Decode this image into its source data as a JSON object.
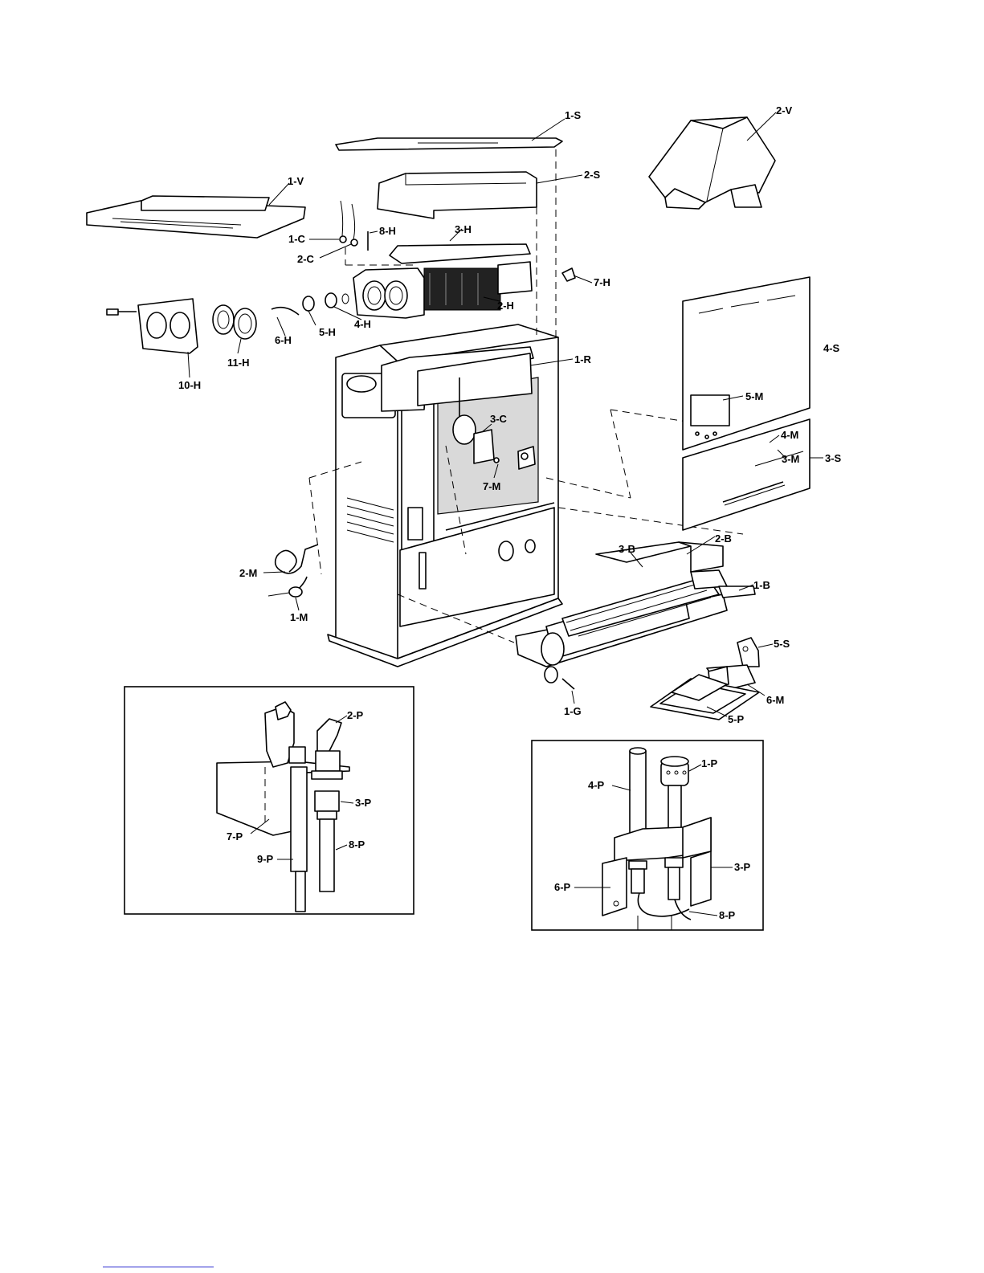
{
  "labels": {
    "s1": "1-S",
    "s2": "2-S",
    "v1": "1-V",
    "v2": "2-V",
    "c1": "1-C",
    "c2": "2-C",
    "h8": "8-H",
    "h3": "3-H",
    "h7": "7-H",
    "h2": "2-H",
    "h4": "4-H",
    "h5": "5-H",
    "h6": "6-H",
    "h11": "11-H",
    "h10": "10-H",
    "r1": "1-R",
    "s4": "4-S",
    "m5": "5-M",
    "c3": "3-C",
    "m4": "4-M",
    "m3": "3-M",
    "s3": "3-S",
    "m7": "7-M",
    "b2": "2-B",
    "b3": "3-B",
    "b1": "1-B",
    "m2": "2-M",
    "m1": "1-M",
    "s5": "5-S",
    "m6": "6-M",
    "p5": "5-P",
    "g1": "1-G",
    "inset_left": {
      "p2": "2-P",
      "p3": "3-P",
      "p7": "7-P",
      "p8": "8-P",
      "p9": "9-P"
    },
    "inset_right": {
      "p1": "1-P",
      "p4": "4-P",
      "p3": "3-P",
      "p6": "6-P",
      "p8": "8-P"
    }
  },
  "colors": {
    "line": "#000000",
    "background": "#ffffff",
    "footer_link": "#2a2ad0"
  }
}
